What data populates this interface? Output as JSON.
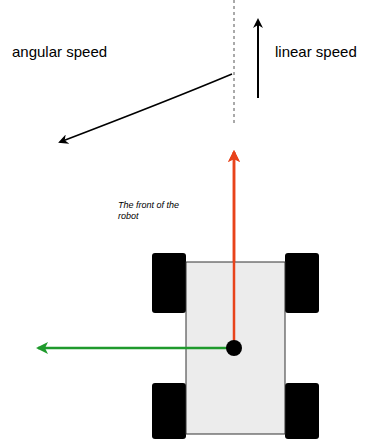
{
  "diagram": {
    "labels": [
      "angular speed",
      "linear speed",
      "The front of the robot"
    ]
  }
}
